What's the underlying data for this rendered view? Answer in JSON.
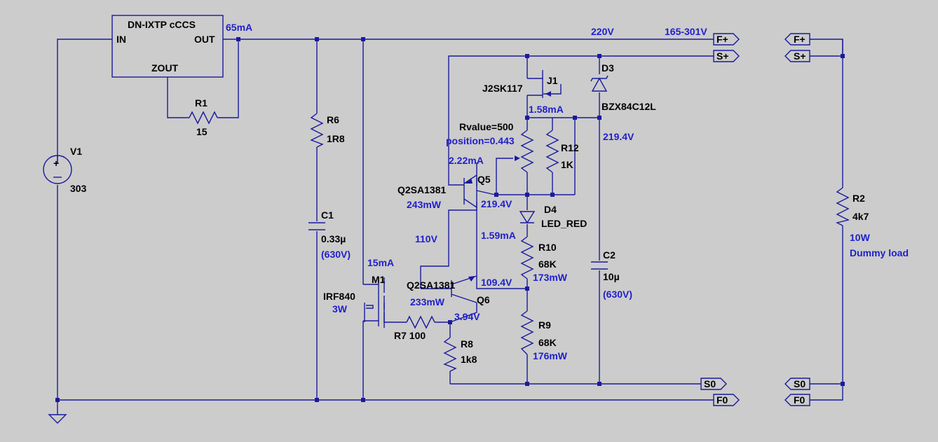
{
  "parts": {
    "ccs": {
      "name": "DN-IXTP cCCS",
      "in": "IN",
      "out": "OUT",
      "zout": "ZOUT"
    },
    "r1": {
      "ref": "R1",
      "value": "15"
    },
    "v1": {
      "ref": "V1",
      "value": "303"
    },
    "r6": {
      "ref": "R6",
      "value": "1R8"
    },
    "c1": {
      "ref": "C1",
      "value": "0.33µ",
      "rating": "(630V)"
    },
    "m1": {
      "ref": "M1",
      "model": "IRF840",
      "power": "3W"
    },
    "r7": {
      "label": "R7 100"
    },
    "r8": {
      "ref": "R8",
      "value": "1k8"
    },
    "q5": {
      "ref": "Q5",
      "model": "Q2SA1381",
      "power": "243mW"
    },
    "q6": {
      "ref": "Q6",
      "model": "Q2SA1381",
      "power": "233mW"
    },
    "j1": {
      "ref": "J1",
      "model": "J2SK117"
    },
    "pot": {
      "rvalue": "Rvalue=500",
      "position": "position=0.443"
    },
    "r12": {
      "ref": "R12",
      "value": "1K"
    },
    "d3": {
      "ref": "D3",
      "model": "BZX84C12L"
    },
    "d4": {
      "ref": "D4",
      "model": "LED_RED"
    },
    "r10": {
      "ref": "R10",
      "value": "68K",
      "power": "173mW"
    },
    "r9": {
      "ref": "R9",
      "value": "68K",
      "power": "176mW"
    },
    "c2": {
      "ref": "C2",
      "value": "10µ",
      "rating": "(630V)"
    },
    "r2": {
      "ref": "R2",
      "value": "4k7",
      "power": "10W",
      "note": "Dummy load"
    }
  },
  "annotations": {
    "i_out": "65mA",
    "v_rail": "220V",
    "v_range": "165-301V",
    "i_j1": "1.58mA",
    "v_d3": "219.4V",
    "i_q5": "2.22mA",
    "v_q5": "219.4V",
    "v_mid": "110V",
    "i_led": "1.59mA",
    "i_m1": "15mA",
    "v_q6": "109.4V",
    "v_gate": "3.94V"
  },
  "ports": {
    "f_plus": "F+",
    "s_plus": "S+",
    "s_zero": "S0",
    "f_zero": "F0"
  }
}
